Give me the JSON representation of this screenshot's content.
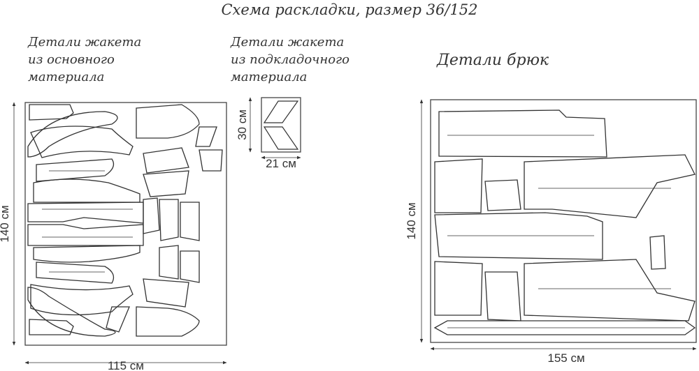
{
  "title": "Схема раскладки, размер 36/152",
  "groups": {
    "jacket_main": {
      "label_lines": [
        "Детали жакета",
        "из основного",
        "материала"
      ],
      "width": "115 см",
      "height": "140 см"
    },
    "jacket_lining": {
      "label_lines": [
        "Детали жакета",
        "из подкладочного",
        "материала"
      ],
      "width": "21 см",
      "height": "30 см"
    },
    "trousers": {
      "label": "Детали брюк",
      "width": "155 см",
      "height": "140 см"
    }
  }
}
